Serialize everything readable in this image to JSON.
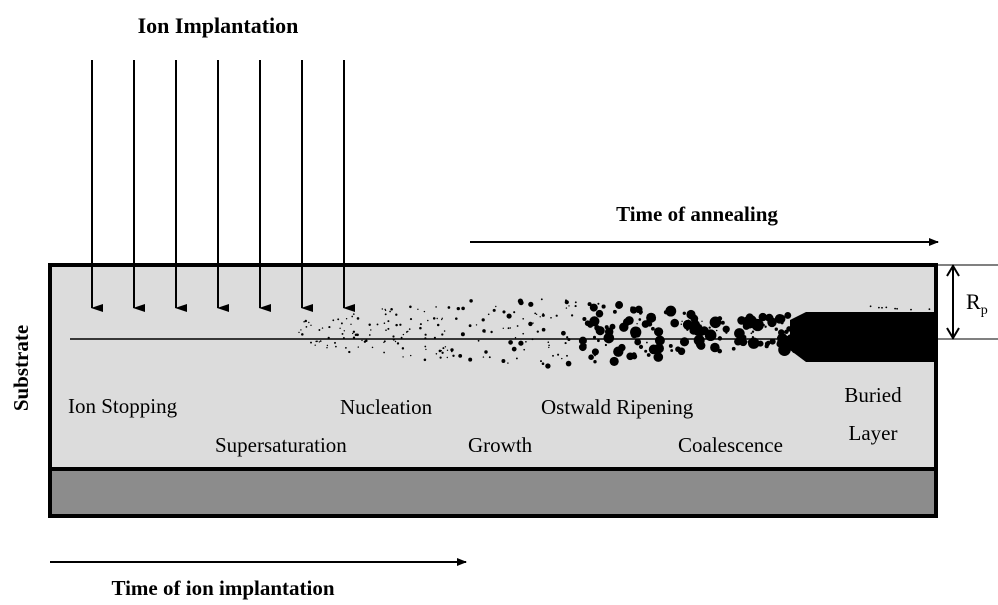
{
  "title_top": "Ion Implantation",
  "arrow_annealing": "Time of annealing",
  "arrow_implantation": "Time of ion implantation",
  "side_label": "Substrate",
  "rp_label": "R",
  "rp_sub": "p",
  "stages": {
    "ion_stopping": "Ion Stopping",
    "supersaturation": "Supersaturation",
    "nucleation": "Nucleation",
    "growth": "Growth",
    "ostwald": "Ostwald Ripening",
    "coalescence": "Coalescence",
    "buried_1": "Buried",
    "buried_2": "Layer"
  },
  "colors": {
    "layer_fill": "#dcdcdc",
    "substrate_fill": "#8c8c8c",
    "ink": "#000000"
  }
}
